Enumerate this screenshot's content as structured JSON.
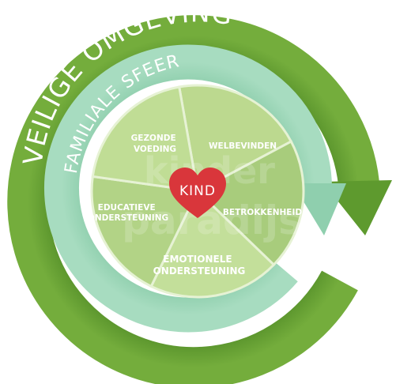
{
  "outer_ring": {
    "label": "VEILIGE OMGEVING"
  },
  "inner_ring": {
    "label": "FAMILIALE SFEER"
  },
  "segments": [
    {
      "label_lines": [
        "WELBEVINDEN"
      ]
    },
    {
      "label_lines": [
        "BETROKKENHEID"
      ]
    },
    {
      "label_lines": [
        "EMOTIONELE",
        "ONDERSTEUNING"
      ]
    },
    {
      "label_lines": [
        "EDUCATIEVE",
        "ONDERSTEUNING"
      ]
    },
    {
      "label_lines": [
        "GEZONDE",
        "VOEDING"
      ]
    }
  ],
  "center": {
    "label": "KIND"
  },
  "watermark": {
    "lines": [
      "kinder",
      "paradijs"
    ]
  },
  "colors": {
    "outer_ring": "#5e9a2e",
    "inner_ring": "#8fcfae",
    "inner_ring_light": "#b5e2cb",
    "segments_dark": "#8bb86b",
    "segments_light": "#c9e3a3",
    "heart": "#d9363b"
  }
}
